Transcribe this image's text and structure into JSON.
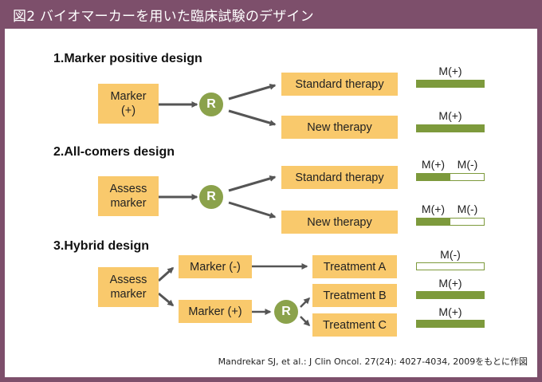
{
  "title": "図2 バイオマーカーを用いた臨床試験のデザイン",
  "colors": {
    "frame": "#7d4f6b",
    "box": "#f9c96c",
    "randomize": "#8ba24b",
    "bar": "#7d9a3c",
    "arrow": "#555555"
  },
  "section1": {
    "heading": "1.Marker positive design",
    "source": "Marker\n(+)",
    "r": "R",
    "arm1": "Standard therapy",
    "arm2": "New therapy",
    "arm1_bar": {
      "label": "M(+)",
      "positive_fraction": 1.0
    },
    "arm2_bar": {
      "label": "M(+)",
      "positive_fraction": 1.0
    }
  },
  "section2": {
    "heading": "2.All-comers design",
    "source": "Assess\nmarker",
    "r": "R",
    "arm1": "Standard therapy",
    "arm2": "New therapy",
    "arm1_bar": {
      "label_pos": "M(+)",
      "label_neg": "M(-)",
      "positive_fraction": 0.5
    },
    "arm2_bar": {
      "label_pos": "M(+)",
      "label_neg": "M(-)",
      "positive_fraction": 0.5
    }
  },
  "section3": {
    "heading": "3.Hybrid design",
    "source": "Assess\nmarker",
    "marker_neg": "Marker (-)",
    "marker_pos": "Marker (+)",
    "r": "R",
    "treatment_a": "Treatment A",
    "treatment_b": "Treatment B",
    "treatment_c": "Treatment C",
    "a_bar": {
      "label": "M(-)",
      "positive_fraction": 0.0
    },
    "b_bar": {
      "label": "M(+)",
      "positive_fraction": 1.0
    },
    "c_bar": {
      "label": "M(+)",
      "positive_fraction": 1.0
    }
  },
  "citation": "Mandrekar SJ, et al.: J Clin Oncol. 27(24): 4027-4034, 2009をもとに作図"
}
